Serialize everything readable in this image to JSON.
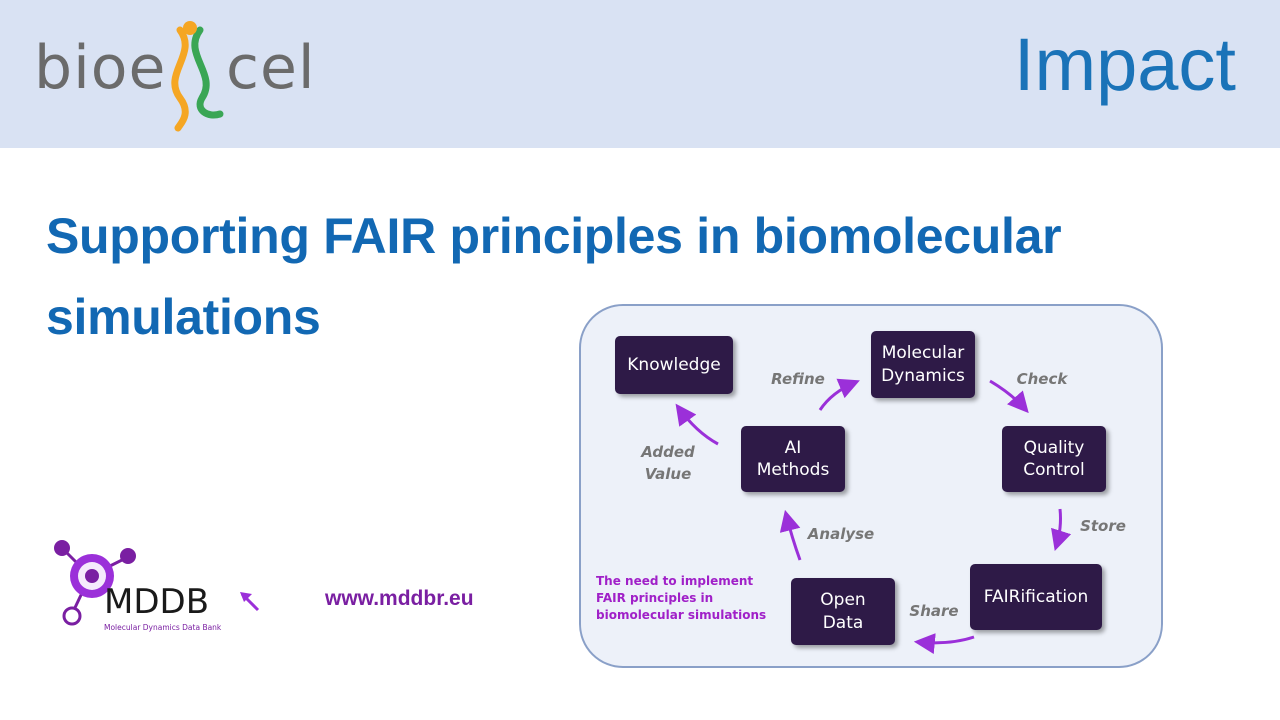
{
  "header": {
    "logo_text": "bioexcel",
    "section_title": "Impact"
  },
  "title": "Supporting FAIR principles in biomolecular simulations",
  "diagram": {
    "nodes": {
      "knowledge": "Knowledge",
      "molecular_dynamics": "Molecular\nDynamics",
      "ai_methods": "AI\nMethods",
      "quality_control": "Quality\nControl",
      "open_data": "Open\nData",
      "fairification": "FAIRification"
    },
    "edge_labels": {
      "refine": "Refine",
      "check": "Check",
      "added_value": "Added\nValue",
      "store": "Store",
      "analyse": "Analyse",
      "share": "Share"
    },
    "note": "The need to implement\nFAIR principles in\nbiomolecular simulations"
  },
  "mddb": {
    "name": "MDDB",
    "subtitle": "Molecular Dynamics Data Bank",
    "url": "www.mddbr.eu"
  },
  "colors": {
    "header_bg": "#d9e2f3",
    "title_blue": "#1268b3",
    "node_bg": "#2e1a47",
    "arrow_purple": "#9b30d9",
    "logo_orange": "#f5a623",
    "logo_green": "#3aa655"
  }
}
